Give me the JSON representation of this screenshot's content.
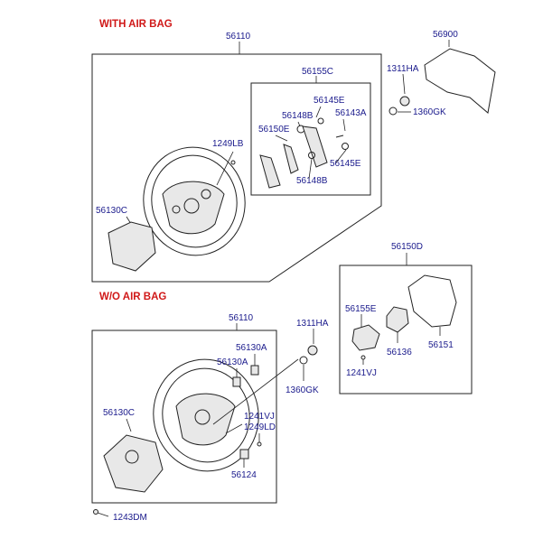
{
  "headers": {
    "with_air_bag": "WITH AIR BAG",
    "wo_air_bag": "W/O AIR BAG"
  },
  "labels": {
    "p56110_top": "56110",
    "p56155C": "56155C",
    "p56145E_a": "56145E",
    "p56148B_a": "56148B",
    "p56143A": "56143A",
    "p56150E": "56150E",
    "p56145E_b": "56145E",
    "p56148B_b": "56148B",
    "p1249LB": "1249LB",
    "p56130C_top": "56130C",
    "p56900": "56900",
    "p1311HA_top": "1311HA",
    "p1360GK_top": "1360GK",
    "p56150D": "56150D",
    "p56155E": "56155E",
    "p56136": "56136",
    "p56151": "56151",
    "p1241VJ_right": "1241VJ",
    "p56110_bot": "56110",
    "p1311HA_bot": "1311HA",
    "p56130A_a": "56130A",
    "p56130A_b": "56130A",
    "p1360GK_bot": "1360GK",
    "p56130C_bot": "56130C",
    "p1241VJ_bot": "1241VJ",
    "p1249LD": "1249LD",
    "p56124": "56124",
    "p1243DM": "1243DM"
  }
}
